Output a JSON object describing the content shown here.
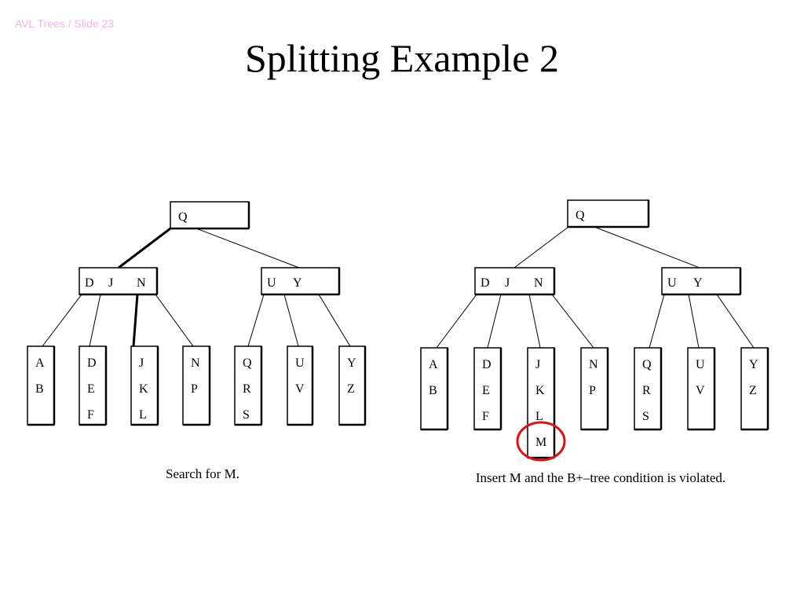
{
  "header": {
    "text": "AVL Trees / Slide 23"
  },
  "title": "Splitting Example 2",
  "colors": {
    "header": "#f4b6dc",
    "highlight_circle": "#e01010",
    "ink": "#000000"
  },
  "trees": [
    {
      "caption": "Search for M.",
      "root": {
        "keys": [
          "Q"
        ]
      },
      "internal": [
        {
          "keys": [
            "D",
            "J",
            "N"
          ]
        },
        {
          "keys": [
            "U",
            "Y"
          ]
        }
      ],
      "leaves": [
        {
          "keys": [
            "A",
            "B"
          ]
        },
        {
          "keys": [
            "D",
            "E",
            "F"
          ]
        },
        {
          "keys": [
            "J",
            "K",
            "L"
          ]
        },
        {
          "keys": [
            "N",
            "P"
          ]
        },
        {
          "keys": [
            "Q",
            "R",
            "S"
          ]
        },
        {
          "keys": [
            "U",
            "V"
          ]
        },
        {
          "keys": [
            "Y",
            "Z"
          ]
        }
      ],
      "search_path_highlighted": true
    },
    {
      "caption": "Insert M and the B+–tree condition is violated.",
      "root": {
        "keys": [
          "Q"
        ]
      },
      "internal": [
        {
          "keys": [
            "D",
            "J",
            "N"
          ]
        },
        {
          "keys": [
            "U",
            "Y"
          ]
        }
      ],
      "leaves": [
        {
          "keys": [
            "A",
            "B"
          ]
        },
        {
          "keys": [
            "D",
            "E",
            "F"
          ]
        },
        {
          "keys": [
            "J",
            "K",
            "L",
            "M"
          ]
        },
        {
          "keys": [
            "N",
            "P"
          ]
        },
        {
          "keys": [
            "Q",
            "R",
            "S"
          ]
        },
        {
          "keys": [
            "U",
            "V"
          ]
        },
        {
          "keys": [
            "Y",
            "Z"
          ]
        }
      ],
      "circled_key": "M"
    }
  ]
}
